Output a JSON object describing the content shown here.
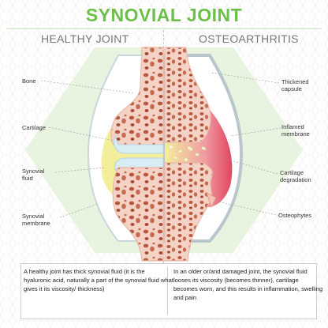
{
  "title": "SYNOVIAL JOINT",
  "headings": {
    "healthy": "HEALTHY JOINT",
    "oa": "OSTEOARTHRITIS"
  },
  "labels_left": {
    "bone": "Bone",
    "cartilage": "Cartilage",
    "synovial_fluid_1": "Synovial",
    "synovial_fluid_2": "fluid",
    "synovial_membrane_1": "Synovial",
    "synovial_membrane_2": "membrane"
  },
  "labels_right": {
    "thickened_capsule_1": "Thickened",
    "thickened_capsule_2": "capsule",
    "inflamed_membrane_1": "Inflamed",
    "inflamed_membrane_2": "membrane",
    "cartilage_degradation_1": "Cartilage",
    "cartilage_degradation_2": "degradation",
    "osteophytes": "Osteophytes"
  },
  "captions": {
    "healthy": "A healthy joint has thick synovial fluid (it is the hyaluronic acid, naturally a part of the synovial fluid what gives it its viscosity/ thickness)",
    "oa": "In an older or/and damaged joint, the synovial fluid looses its viscosity (becomes thinner), cartilage becomes worn, and this results in inflammation, swelling and pain"
  },
  "colors": {
    "title_green": "#6cc04a",
    "bone_pink": "#f4d3c6",
    "bone_marrow": "#b8583f",
    "fluid_yellow": "#f3ee9a",
    "cartilage_blue": "#d8ecf4",
    "inflamed_red": "#e0455e",
    "hex_green": "#e6f3dc"
  }
}
